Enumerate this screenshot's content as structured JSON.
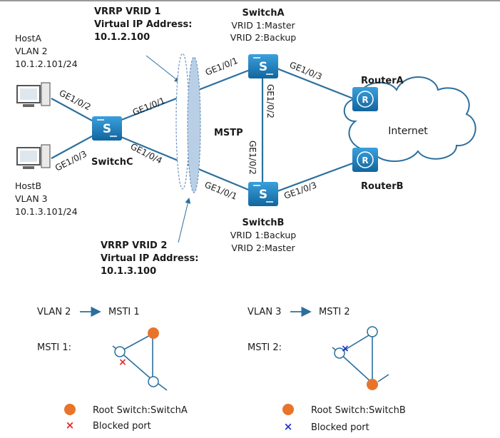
{
  "vrrp1": {
    "line1": "VRRP VRID 1",
    "line2": "Virtual IP Address:",
    "line3": "10.1.2.100"
  },
  "vrrp2": {
    "line1": "VRRP VRID 2",
    "line2": "Virtual IP Address:",
    "line3": "10.1.3.100"
  },
  "switchA": {
    "name": "SwitchA",
    "vrid1": "VRID 1:Master",
    "vrid2": "VRID 2:Backup"
  },
  "switchB": {
    "name": "SwitchB",
    "vrid1": "VRID 1:Backup",
    "vrid2": "VRID 2:Master"
  },
  "switchC": {
    "name": "SwitchC"
  },
  "hostA": {
    "name": "HostA",
    "vlan": "VLAN 2",
    "ip": "10.1.2.101/24"
  },
  "hostB": {
    "name": "HostB",
    "vlan": "VLAN 3",
    "ip": "10.1.3.101/24"
  },
  "routerA": {
    "name": "RouterA"
  },
  "routerB": {
    "name": "RouterB"
  },
  "cloud": {
    "label": "Internet"
  },
  "mstp": {
    "label": "MSTP"
  },
  "ports": {
    "hostA_swC": "GE1/0/2",
    "hostB_swC": "GE1/0/3",
    "swC_swA": "GE1/0/1",
    "swC_swB": "GE1/0/4",
    "swA_swC": "GE1/0/1",
    "swA_swB": "GE1/0/2",
    "swB_swA": "GE1/0/2",
    "swB_swC": "GE1/0/1",
    "swA_rA": "GE1/0/3",
    "swB_rB": "GE1/0/3"
  },
  "mapping": {
    "left": {
      "vlan": "VLAN 2",
      "msti": "MSTI 1"
    },
    "right": {
      "vlan": "VLAN 3",
      "msti": "MSTI 2"
    }
  },
  "msti1": {
    "label": "MSTI 1:"
  },
  "msti2": {
    "label": "MSTI 2:"
  },
  "legend": {
    "rootA": "Root Switch:SwitchA",
    "rootB": "Root Switch:SwitchB",
    "blocked": "Blocked port"
  },
  "colors": {
    "line": "#2b6f9e",
    "switch": "#1f7ab5",
    "root": "#e8742b",
    "blockedRed": "#e8282b",
    "blockedBlue": "#2233cc",
    "ellipse": "#b9cfe6",
    "ellipseStroke": "#6f95bd"
  }
}
